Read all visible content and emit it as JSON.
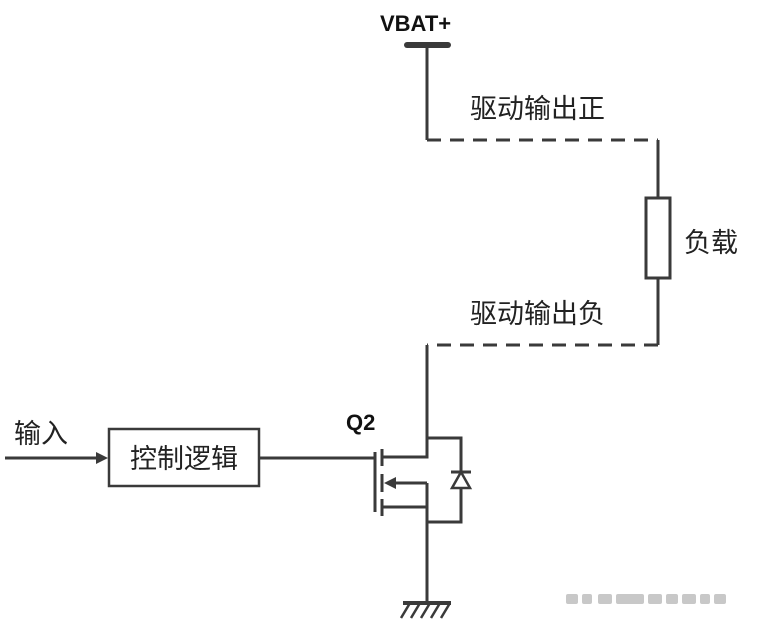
{
  "labels": {
    "vbat": "VBAT+",
    "drive_out_pos": "驱动输出正",
    "load": "负载",
    "drive_out_neg": "驱动输出负",
    "q2": "Q2",
    "input": "输入",
    "control_logic": "控制逻辑"
  }
}
